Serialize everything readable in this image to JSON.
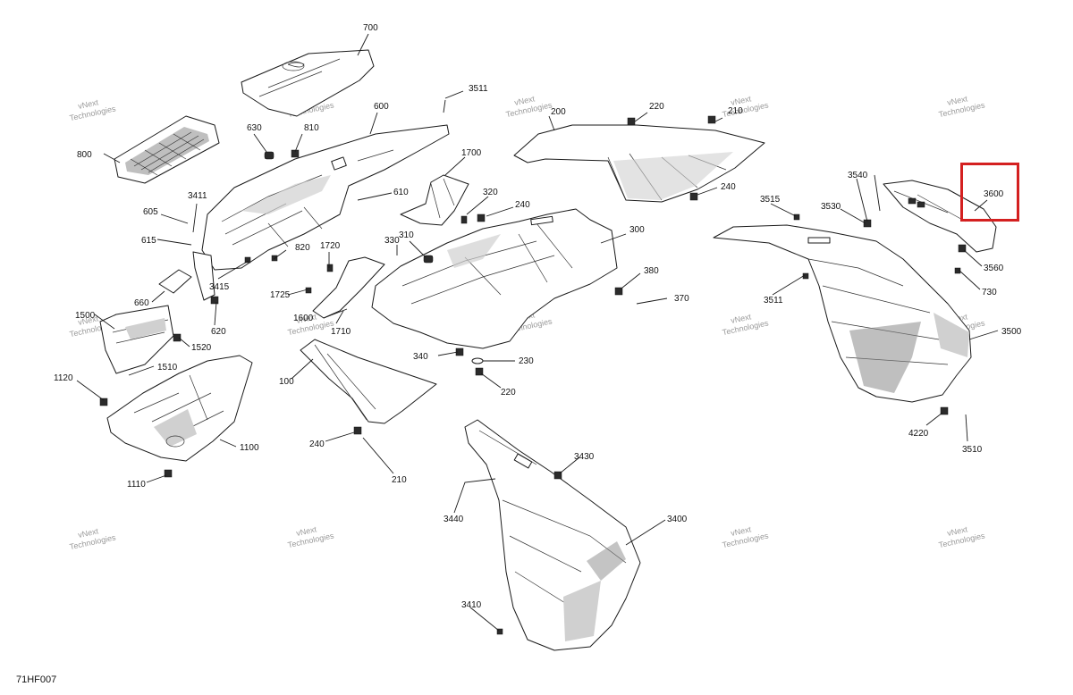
{
  "diagram_code": "71HF007",
  "watermark": {
    "line1": "vNext",
    "line2": "Technologies"
  },
  "highlight": {
    "callout": "3600",
    "color": "#d42020"
  },
  "callouts": {
    "c100": "100",
    "c200": "200",
    "c210a": "210",
    "c210b": "210",
    "c220a": "220",
    "c220b": "220",
    "c230": "230",
    "c240a": "240",
    "c240b": "240",
    "c240c": "240",
    "c300": "300",
    "c310": "310",
    "c320": "320",
    "c330": "330",
    "c340": "340",
    "c370": "370",
    "c380": "380",
    "c3400": "3400",
    "c3410": "3410",
    "c3411": "3411",
    "c3415": "3415",
    "c3430": "3430",
    "c3440": "3440",
    "c3500": "3500",
    "c3510": "3510",
    "c3511a": "3511",
    "c3511b": "3511",
    "c3515": "3515",
    "c3530": "3530",
    "c3540": "3540",
    "c3560": "3560",
    "c3600": "3600",
    "c4220": "4220",
    "c600": "600",
    "c605": "605",
    "c610": "610",
    "c615": "615",
    "c620": "620",
    "c630": "630",
    "c660": "660",
    "c700": "700",
    "c730": "730",
    "c800": "800",
    "c810": "810",
    "c820": "820",
    "c1100": "1100",
    "c1110": "1110",
    "c1120": "1120",
    "c1500": "1500",
    "c1510": "1510",
    "c1520": "1520",
    "c1600": "1600",
    "c1700": "1700",
    "c1710": "1710",
    "c1720": "1720",
    "c1725": "1725"
  }
}
